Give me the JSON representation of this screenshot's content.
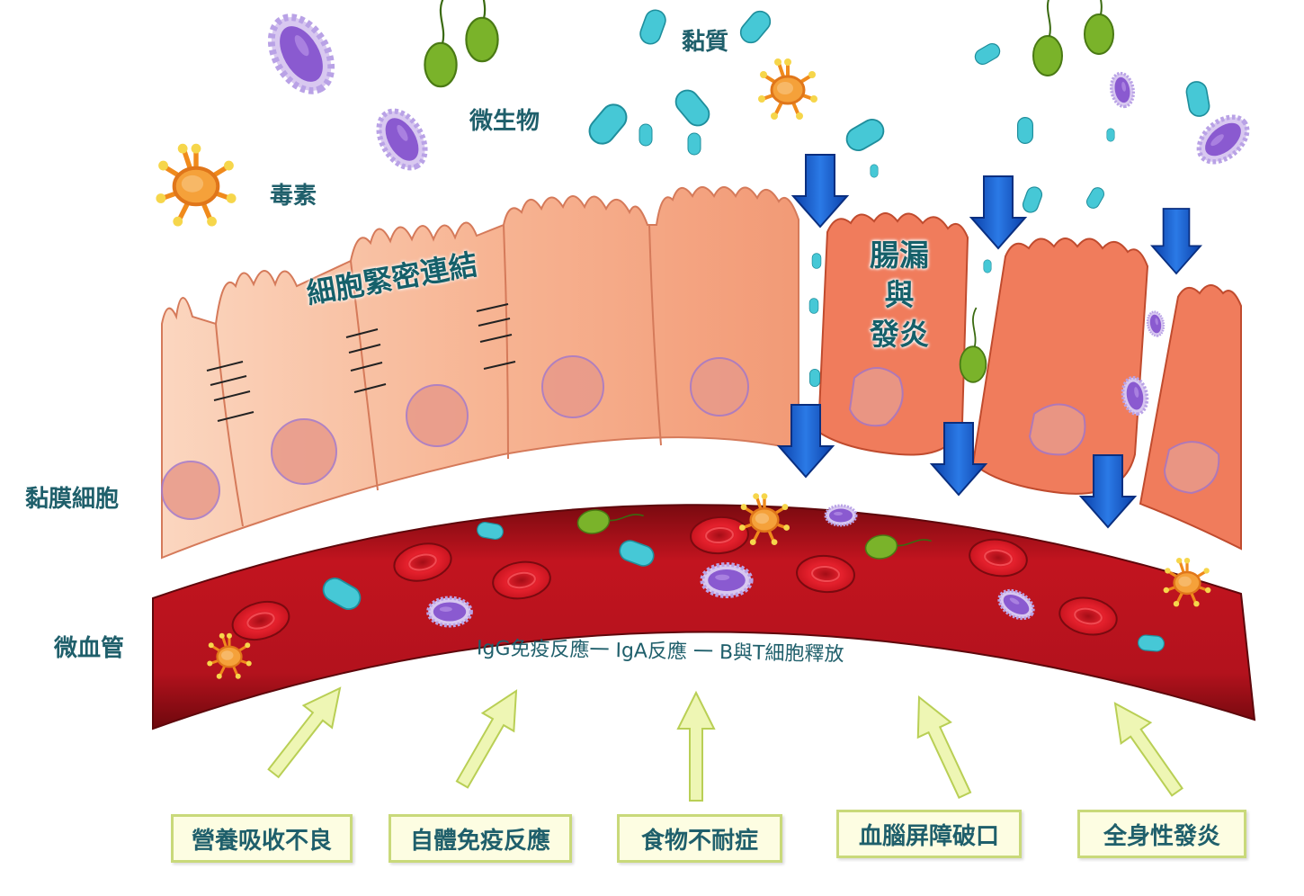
{
  "labels": {
    "mucus": "黏質",
    "microbes": "微生物",
    "toxins": "毒素",
    "tight_junction": "細胞緊密連結",
    "leaky_gut": [
      "腸漏",
      "與",
      "發炎"
    ],
    "mucosa_cells": "黏膜細胞",
    "capillary": "微血管",
    "immune_response": "IgG免疫反應一 IgA反應 一 B與T細胞釋放"
  },
  "outcomes": [
    "營養吸收不良",
    "自體免疫反應",
    "食物不耐症",
    "血腦屏障破口",
    "全身性發炎"
  ],
  "colors": {
    "label_text": "#1f5f6b",
    "healthy_cell": "#f6b896",
    "inflamed_cell": "#f07c5c",
    "blood_vessel": "#b3121d",
    "red_blood_cell": "#e01f2b",
    "down_arrow": "#1a5fd6",
    "up_arrow": "#e8f2a6",
    "outcome_box_fill": "#fdfde2",
    "outcome_box_border": "#c9d97a",
    "bacteria_purple": "#9b6fd6",
    "bacteria_cyan": "#46c8d6",
    "bacteria_green": "#7ab32a",
    "toxin_orange": "#f08a1c"
  },
  "icons": {
    "toxin": "virus-toxin-icon",
    "bacteria": "bacteria-icon",
    "mucus": "mucus-particle-icon",
    "flagellate": "flagellate-microbe-icon",
    "blood_cell": "red-blood-cell-icon",
    "leak_arrow": "down-arrow-icon",
    "effect_arrow": "up-arrow-icon"
  }
}
